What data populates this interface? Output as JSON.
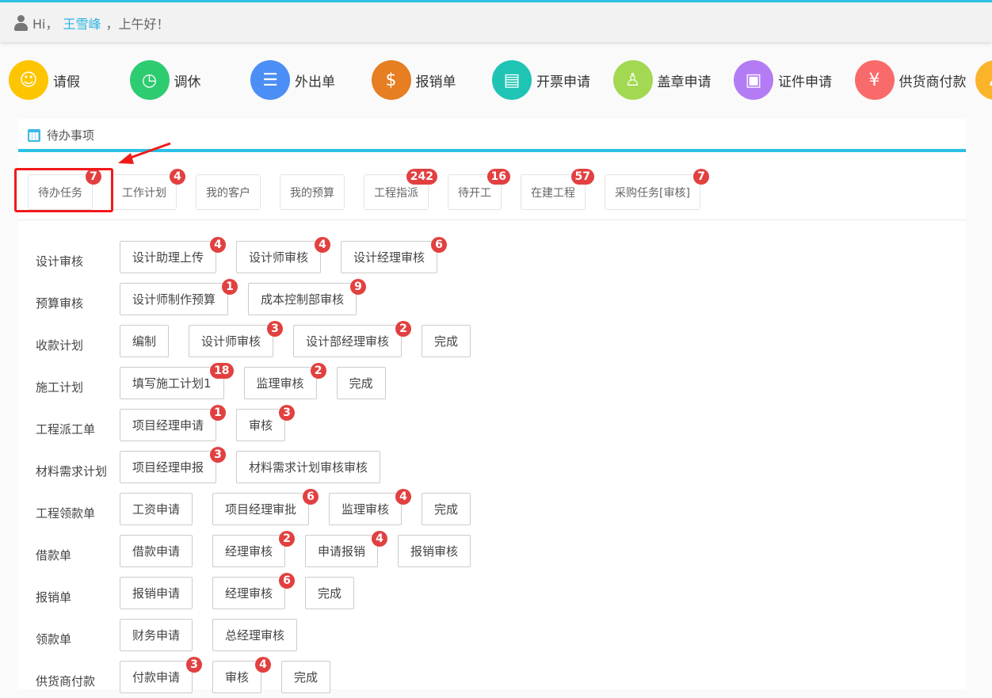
{
  "header": {
    "greeting_prefix": "Hi，",
    "user_name": "王雪峰",
    "greeting_suffix": "，上午好！"
  },
  "quick_links": [
    {
      "label": "请假",
      "color": "#fdc500",
      "icon": "leave-icon",
      "glyph": "☺"
    },
    {
      "label": "调休",
      "color": "#2ecc71",
      "icon": "clock-check-icon",
      "glyph": "◷"
    },
    {
      "label": "外出单",
      "color": "#4b8ef5",
      "icon": "list-out-icon",
      "glyph": "☰"
    },
    {
      "label": "报销单",
      "color": "#e67e22",
      "icon": "dollar-icon",
      "glyph": "$"
    },
    {
      "label": "开票申请",
      "color": "#1fc4b4",
      "icon": "notepad-icon",
      "glyph": "▤"
    },
    {
      "label": "盖章申请",
      "color": "#a3d853",
      "icon": "stamp-icon",
      "glyph": "♙"
    },
    {
      "label": "证件申请",
      "color": "#b37cf5",
      "icon": "id-card-icon",
      "glyph": "▣"
    },
    {
      "label": "供货商付款",
      "color": "#f96b6b",
      "icon": "yen-check-icon",
      "glyph": "¥"
    },
    {
      "label": "",
      "color": "#fbb42a",
      "icon": "more-icon",
      "glyph": "♟"
    }
  ],
  "panel": {
    "title": "待办事项"
  },
  "tabs": [
    {
      "label": "待办任务",
      "badge": "7",
      "selected": true
    },
    {
      "label": "工作计划",
      "badge": "4"
    },
    {
      "label": "我的客户",
      "badge": ""
    },
    {
      "label": "我的预算",
      "badge": ""
    },
    {
      "label": "工程指派",
      "badge": "242"
    },
    {
      "label": "待开工",
      "badge": "16"
    },
    {
      "label": "在建工程",
      "badge": "57"
    },
    {
      "label": "采购任务[审核]",
      "badge": "7"
    }
  ],
  "rows": [
    {
      "label": "设计审核",
      "buttons": [
        {
          "label": "设计助理上传",
          "badge": "4"
        },
        {
          "label": "设计师审核",
          "badge": "4"
        },
        {
          "label": "设计经理审核",
          "badge": "6"
        }
      ]
    },
    {
      "label": "预算审核",
      "buttons": [
        {
          "label": "设计师制作预算",
          "badge": "1"
        },
        {
          "label": "成本控制部审核",
          "badge": "9"
        }
      ]
    },
    {
      "label": "收款计划",
      "buttons": [
        {
          "label": "编制",
          "badge": ""
        },
        {
          "label": "设计师审核",
          "badge": "3"
        },
        {
          "label": "设计部经理审核",
          "badge": "2"
        },
        {
          "label": "完成",
          "badge": ""
        }
      ]
    },
    {
      "label": "施工计划",
      "buttons": [
        {
          "label": "填写施工计划1",
          "badge": "18"
        },
        {
          "label": "监理审核",
          "badge": "2"
        },
        {
          "label": "完成",
          "badge": ""
        }
      ]
    },
    {
      "label": "工程派工单",
      "buttons": [
        {
          "label": "项目经理申请",
          "badge": "1"
        },
        {
          "label": "审核",
          "badge": "3"
        }
      ]
    },
    {
      "label": "材料需求计划",
      "buttons": [
        {
          "label": "项目经理申报",
          "badge": "3"
        },
        {
          "label": "材料需求计划审核审核",
          "badge": ""
        }
      ]
    },
    {
      "label": "工程领款单",
      "buttons": [
        {
          "label": "工资申请",
          "badge": ""
        },
        {
          "label": "项目经理审批",
          "badge": "6"
        },
        {
          "label": "监理审核",
          "badge": "4"
        },
        {
          "label": "完成",
          "badge": ""
        }
      ]
    },
    {
      "label": "借款单",
      "buttons": [
        {
          "label": "借款申请",
          "badge": ""
        },
        {
          "label": "经理审核",
          "badge": "2"
        },
        {
          "label": "申请报销",
          "badge": "4"
        },
        {
          "label": "报销审核",
          "badge": ""
        }
      ]
    },
    {
      "label": "报销单",
      "buttons": [
        {
          "label": "报销申请",
          "badge": ""
        },
        {
          "label": "经理审核",
          "badge": "6"
        },
        {
          "label": "完成",
          "badge": ""
        }
      ]
    },
    {
      "label": "领款单",
      "buttons": [
        {
          "label": "财务申请",
          "badge": ""
        },
        {
          "label": "总经理审核",
          "badge": ""
        }
      ]
    },
    {
      "label": "供货商付款",
      "buttons": [
        {
          "label": "付款申请",
          "badge": "3"
        },
        {
          "label": "审核",
          "badge": "4"
        },
        {
          "label": "完成",
          "badge": ""
        }
      ]
    }
  ]
}
